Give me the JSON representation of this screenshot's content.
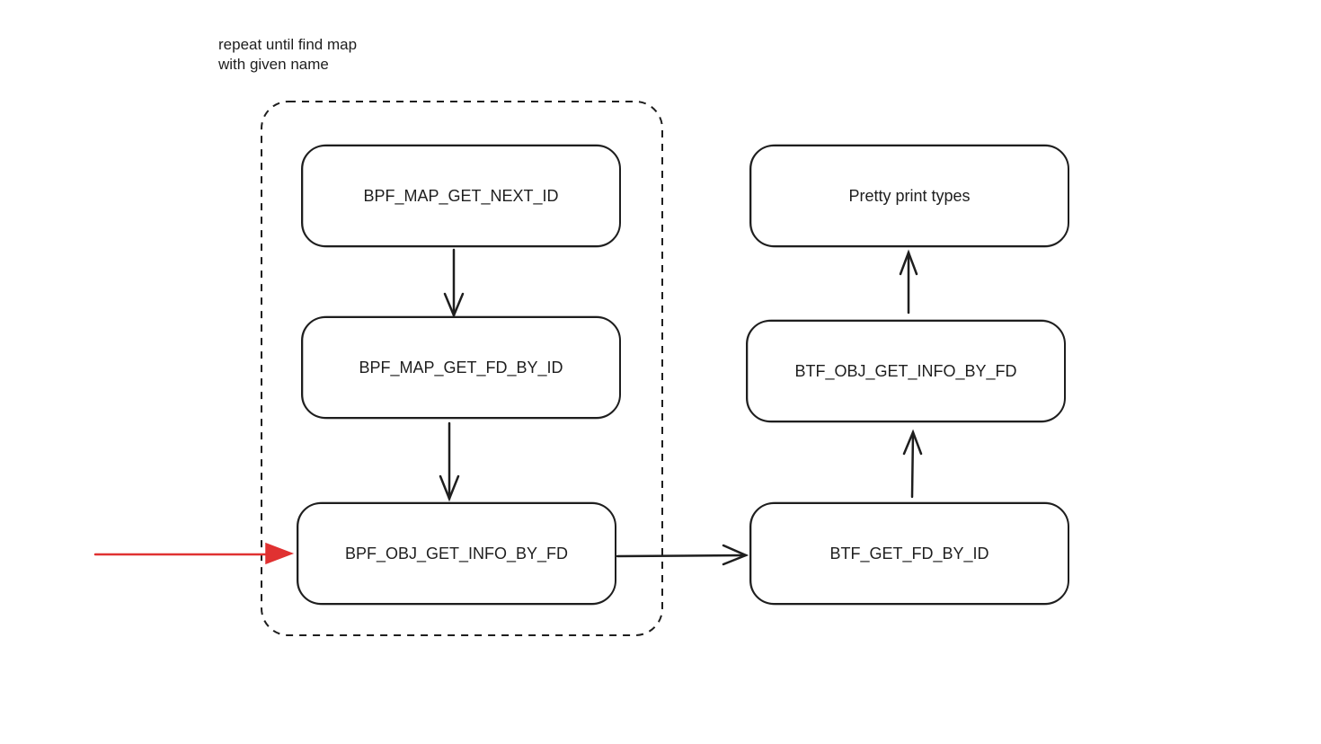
{
  "note": {
    "line1": "repeat until find map",
    "line2": "with given name"
  },
  "nodes": {
    "map_get_next_id": "BPF_MAP_GET_NEXT_ID",
    "map_get_fd_by_id": "BPF_MAP_GET_FD_BY_ID",
    "bpf_obj_get_info_by_fd": "BPF_OBJ_GET_INFO_BY_FD",
    "btf_get_fd_by_id": "BTF_GET_FD_BY_ID",
    "btf_obj_get_info_by_fd": "BTF_OBJ_GET_INFO_BY_FD",
    "pretty_print_types": "Pretty print types"
  },
  "colors": {
    "stroke": "#1e1e1e",
    "entry_arrow": "#e03131",
    "background": "#ffffff"
  }
}
